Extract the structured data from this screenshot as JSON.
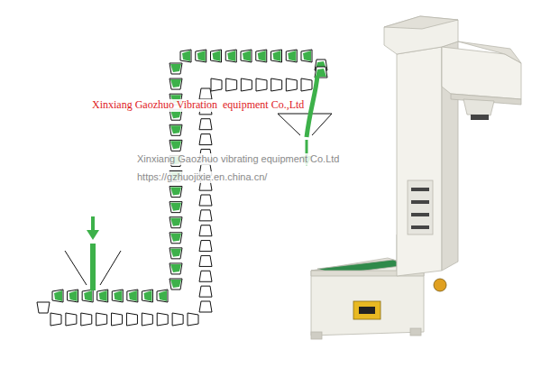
{
  "diagram": {
    "labels": [
      "Xinxiang Gaozhuo Vibration  equipment Co.,Ltd",
      "Xinxiang Gaozhuo vibrating equipment Co.Ltd",
      "https://gzhuojixie.en.china.cn/"
    ]
  }
}
